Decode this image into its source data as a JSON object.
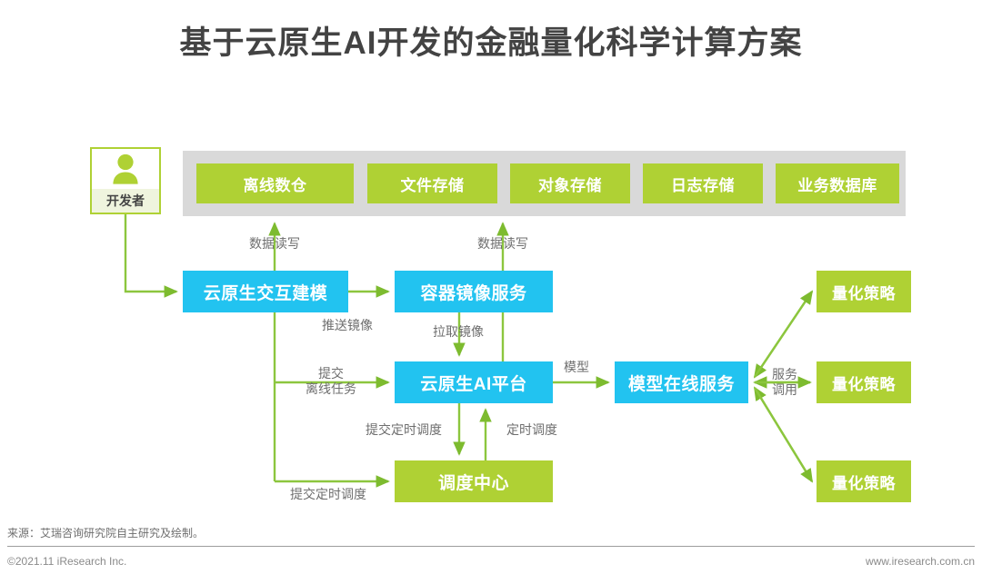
{
  "page": {
    "title": "基于云原生AI开发的金融量化科学计算方案",
    "accent_green": "#AFD134",
    "accent_blue": "#22C3F0",
    "band_gray": "#D9D9D9",
    "title_color": "#434343",
    "label_color": "#6E6E6E"
  },
  "actor": {
    "icon": "person-icon",
    "label": "开发者"
  },
  "storage_layer": {
    "boxes": [
      {
        "label": "离线数仓"
      },
      {
        "label": "文件存储"
      },
      {
        "label": "对象存储"
      },
      {
        "label": "日志存储"
      },
      {
        "label": "业务数据库"
      }
    ]
  },
  "nodes": {
    "modeling": "云原生交互建模",
    "registry": "容器镜像服务",
    "platform": "云原生AI平台",
    "online_service": "模型在线服务",
    "scheduler": "调度中心",
    "quant_1": "量化策略",
    "quant_2": "量化策略",
    "quant_3": "量化策略"
  },
  "edge_labels": {
    "data_rw_left": "数据读写",
    "data_rw_right": "数据读写",
    "push_image": "推送镜像",
    "pull_image": "拉取镜像",
    "submit_offline": "提交\n离线任务",
    "model": "模型",
    "submit_cron_mid": "提交定时调度",
    "cron": "定时调度",
    "submit_cron_bottom": "提交定时调度",
    "service_call": "服务\n调用"
  },
  "footer": {
    "source": "来源：艾瑞咨询研究院自主研究及绘制。",
    "copyright": "©2021.11 iResearch Inc.",
    "website": "www.iresearch.com.cn"
  }
}
